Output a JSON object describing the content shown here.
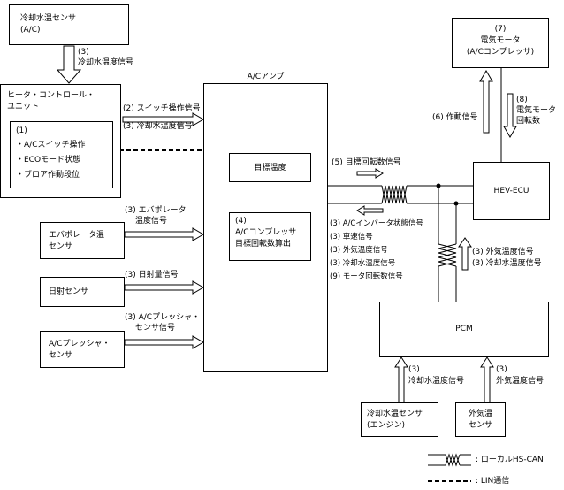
{
  "boxes": {
    "coolant_sensor_ac": [
      "冷却水温センサ",
      "(A/C)"
    ],
    "heater_control": [
      "ヒータ・コントロール・",
      "ユニット"
    ],
    "heater_inner": [
      "(1)",
      "・A/Cスイッチ操作",
      "・ECOモード状態",
      "・ブロア作動段位"
    ],
    "ac_amp_title": "A/Cアンプ",
    "target_temp": "目標温度",
    "target_calc": [
      "(4)",
      "A/Cコンプレッサ",
      "目標回転数算出"
    ],
    "evap_sensor": [
      "エバポレータ温",
      "センサ"
    ],
    "solar_sensor": "日射センサ",
    "ac_pressure_sensor": [
      "A/Cプレッシャ・",
      "センサ"
    ],
    "electric_motor": [
      "(7)",
      "電気モータ",
      "(A/Cコンプレッサ)"
    ],
    "hev_ecu": "HEV-ECU",
    "pcm": "PCM",
    "coolant_sensor_engine": [
      "冷却水温センサ",
      "(エンジン)"
    ],
    "outside_temp_sensor": [
      "外気温",
      "センサ"
    ]
  },
  "signals": {
    "coolant_to_heater": [
      "(3)",
      "冷却水温度信号"
    ],
    "switch_op": "(2) スイッチ操作信号",
    "coolant_to_amp": "(3) 冷却水温度信号",
    "evap_signal": [
      "(3) エバポレータ",
      "温度信号"
    ],
    "solar_signal": "(3) 日射量信号",
    "pressure_signal": [
      "(3) A/Cプレッシャ・",
      "センサ信号"
    ],
    "target_rpm": "(5) 目標回転数信号",
    "hev_to_amp": [
      "(3) A/Cインバータ状態信号",
      "(3) 車速信号",
      "(3) 外気温度信号",
      "(3) 冷却水温度信号",
      "(9) モータ回転数信号"
    ],
    "operation_signal": "(6) 作動信号",
    "motor_rpm": [
      "(8)",
      "電気モータ",
      "回転数"
    ],
    "pcm_to_hev": [
      "(3) 外気温度信号",
      "(3) 冷却水温度信号"
    ],
    "coolant_to_pcm": [
      "(3)",
      "冷却水温度信号"
    ],
    "outside_to_pcm": [
      "(3)",
      "外気温度信号"
    ]
  },
  "legend": {
    "can": ": ローカルHS-CAN",
    "lin": ": LIN通信"
  }
}
